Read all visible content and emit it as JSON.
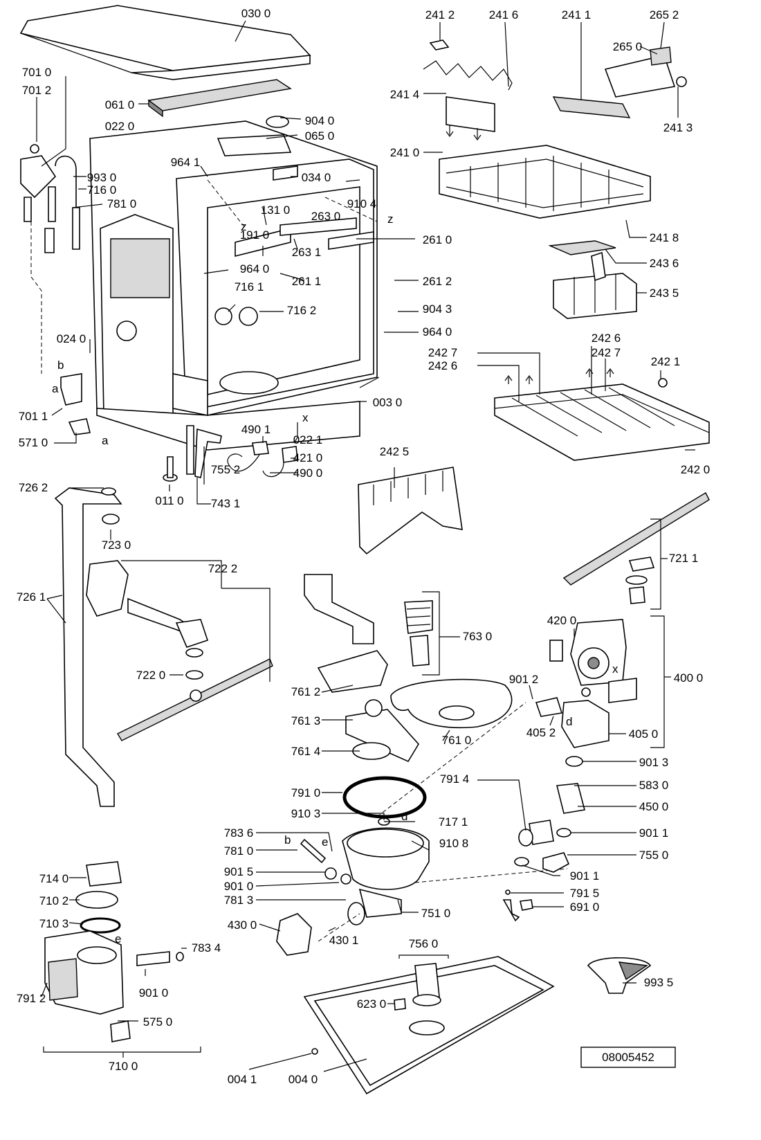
{
  "document_number": "08005452",
  "labels": [
    {
      "id": "030-0",
      "text": "030 0"
    },
    {
      "id": "061-0",
      "text": "061 0"
    },
    {
      "id": "022-0",
      "text": "022 0"
    },
    {
      "id": "904-0",
      "text": "904 0"
    },
    {
      "id": "065-0",
      "text": "065 0"
    },
    {
      "id": "964-1",
      "text": "964 1"
    },
    {
      "id": "034-0",
      "text": "034 0"
    },
    {
      "id": "910-4",
      "text": "910 4"
    },
    {
      "id": "701-0",
      "text": "701 0"
    },
    {
      "id": "701-2",
      "text": "701 2"
    },
    {
      "id": "993-0",
      "text": "993 0"
    },
    {
      "id": "716-0",
      "text": "716 0"
    },
    {
      "id": "781-0-a",
      "text": "781 0"
    },
    {
      "id": "131-0",
      "text": "131 0"
    },
    {
      "id": "263-0",
      "text": "263 0"
    },
    {
      "id": "261-0",
      "text": "261 0"
    },
    {
      "id": "191-0",
      "text": "191 0"
    },
    {
      "id": "263-1",
      "text": "263 1"
    },
    {
      "id": "964-0-a",
      "text": "964 0"
    },
    {
      "id": "261-1",
      "text": "261 1"
    },
    {
      "id": "261-2",
      "text": "261 2"
    },
    {
      "id": "716-1",
      "text": "716 1"
    },
    {
      "id": "716-2",
      "text": "716 2"
    },
    {
      "id": "904-3",
      "text": "904 3"
    },
    {
      "id": "964-0-b",
      "text": "964 0"
    },
    {
      "id": "024-0",
      "text": "024 0"
    },
    {
      "id": "003-0",
      "text": "003 0"
    },
    {
      "id": "701-1",
      "text": "701 1"
    },
    {
      "id": "571-0",
      "text": "571 0"
    },
    {
      "id": "490-1",
      "text": "490 1"
    },
    {
      "id": "022-1",
      "text": "022 1"
    },
    {
      "id": "421-0",
      "text": "421 0"
    },
    {
      "id": "490-0",
      "text": "490 0"
    },
    {
      "id": "755-2",
      "text": "755 2"
    },
    {
      "id": "011-0",
      "text": "011 0"
    },
    {
      "id": "743-1",
      "text": "743 1"
    },
    {
      "id": "241-2",
      "text": "241 2"
    },
    {
      "id": "241-6",
      "text": "241 6"
    },
    {
      "id": "241-1",
      "text": "241 1"
    },
    {
      "id": "265-2",
      "text": "265 2"
    },
    {
      "id": "265-0",
      "text": "265 0"
    },
    {
      "id": "241-4",
      "text": "241 4"
    },
    {
      "id": "241-3",
      "text": "241 3"
    },
    {
      "id": "241-0",
      "text": "241 0"
    },
    {
      "id": "241-8",
      "text": "241 8"
    },
    {
      "id": "243-6",
      "text": "243 6"
    },
    {
      "id": "243-5",
      "text": "243 5"
    },
    {
      "id": "242-6-a",
      "text": "242 6"
    },
    {
      "id": "242-7-a",
      "text": "242 7"
    },
    {
      "id": "242-7-b",
      "text": "242 7"
    },
    {
      "id": "242-6-b",
      "text": "242 6"
    },
    {
      "id": "242-1",
      "text": "242 1"
    },
    {
      "id": "242-0",
      "text": "242 0"
    },
    {
      "id": "242-5",
      "text": "242 5"
    },
    {
      "id": "726-2",
      "text": "726 2"
    },
    {
      "id": "723-0",
      "text": "723 0"
    },
    {
      "id": "722-2",
      "text": "722 2"
    },
    {
      "id": "726-1",
      "text": "726 1"
    },
    {
      "id": "722-0",
      "text": "722 0"
    },
    {
      "id": "721-1",
      "text": "721 1"
    },
    {
      "id": "763-0",
      "text": "763 0"
    },
    {
      "id": "420-0",
      "text": "420 0"
    },
    {
      "id": "400-0",
      "text": "400 0"
    },
    {
      "id": "761-2",
      "text": "761 2"
    },
    {
      "id": "901-2",
      "text": "901 2"
    },
    {
      "id": "761-3",
      "text": "761 3"
    },
    {
      "id": "405-2",
      "text": "405 2"
    },
    {
      "id": "405-0",
      "text": "405 0"
    },
    {
      "id": "761-4",
      "text": "761 4"
    },
    {
      "id": "761-0",
      "text": "761 0"
    },
    {
      "id": "901-3",
      "text": "901 3"
    },
    {
      "id": "791-4",
      "text": "791 4"
    },
    {
      "id": "583-0",
      "text": "583 0"
    },
    {
      "id": "791-0",
      "text": "791 0"
    },
    {
      "id": "450-0",
      "text": "450 0"
    },
    {
      "id": "910-3",
      "text": "910 3"
    },
    {
      "id": "717-1",
      "text": "717 1"
    },
    {
      "id": "783-6",
      "text": "783 6"
    },
    {
      "id": "910-8",
      "text": "910 8"
    },
    {
      "id": "901-1-a",
      "text": "901 1"
    },
    {
      "id": "781-0-b",
      "text": "781 0"
    },
    {
      "id": "755-0",
      "text": "755 0"
    },
    {
      "id": "901-5",
      "text": "901 5"
    },
    {
      "id": "901-1-b",
      "text": "901 1"
    },
    {
      "id": "901-0-a",
      "text": "901 0"
    },
    {
      "id": "791-5",
      "text": "791 5"
    },
    {
      "id": "781-3",
      "text": "781 3"
    },
    {
      "id": "751-0",
      "text": "751 0"
    },
    {
      "id": "691-0",
      "text": "691 0"
    },
    {
      "id": "714-0",
      "text": "714 0"
    },
    {
      "id": "710-2",
      "text": "710 2"
    },
    {
      "id": "430-0",
      "text": "430 0"
    },
    {
      "id": "430-1",
      "text": "430 1"
    },
    {
      "id": "710-3",
      "text": "710 3"
    },
    {
      "id": "783-4",
      "text": "783 4"
    },
    {
      "id": "756-0",
      "text": "756 0"
    },
    {
      "id": "901-0-b",
      "text": "901 0"
    },
    {
      "id": "623-0",
      "text": "623 0"
    },
    {
      "id": "993-5",
      "text": "993 5"
    },
    {
      "id": "791-2",
      "text": "791 2"
    },
    {
      "id": "575-0",
      "text": "575 0"
    },
    {
      "id": "710-0",
      "text": "710 0"
    },
    {
      "id": "004-1",
      "text": "004 1"
    },
    {
      "id": "004-0",
      "text": "004 0"
    }
  ],
  "letter_marks": [
    {
      "id": "z-1",
      "text": "z"
    },
    {
      "id": "z-2",
      "text": "z"
    },
    {
      "id": "b-1",
      "text": "b"
    },
    {
      "id": "a-1",
      "text": "a"
    },
    {
      "id": "a-2",
      "text": "a"
    },
    {
      "id": "x-1",
      "text": "x"
    },
    {
      "id": "x-2",
      "text": "x"
    },
    {
      "id": "d-1",
      "text": "d"
    },
    {
      "id": "d-2",
      "text": "d"
    },
    {
      "id": "b-2",
      "text": "b"
    },
    {
      "id": "e-1",
      "text": "e"
    },
    {
      "id": "e-2",
      "text": "e"
    }
  ]
}
